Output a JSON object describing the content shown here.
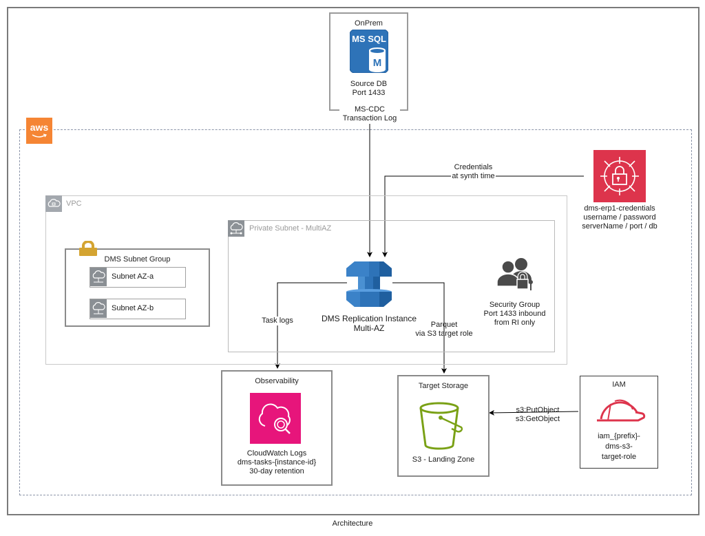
{
  "diagram": {
    "caption": "Architecture",
    "colors": {
      "aws_orange": "#F58534",
      "dms_blue": "#2E73B8",
      "secrets_red": "#DD344C",
      "cloudwatch_pink": "#E7157B",
      "s3_green": "#7AA116",
      "iam_red": "#DD344C",
      "lock_gold": "#D4A431",
      "group_gray": "#8a8f94"
    },
    "aws_cloud": {
      "logo_text": "aws"
    },
    "onprem": {
      "title": "OnPrem",
      "icon": "ms-sql-database-icon",
      "icon_text_top": "MS SQL",
      "icon_text_badge": "M",
      "label_line1": "Source DB",
      "label_line2": "Port 1433"
    },
    "secret": {
      "icon": "secrets-manager-icon",
      "label_line1": "dms-erp1-credentials",
      "label_line2": "username / password",
      "label_line3": "serverName / port / db"
    },
    "vpc": {
      "label": "VPC",
      "icon": "vpc-cloud-lock-icon"
    },
    "private_subnet": {
      "label": "Private Subnet - MultiAZ",
      "icon": "subnet-cloud-icon"
    },
    "subnet_group": {
      "title": "DMS Subnet Group",
      "icon": "padlock-icon",
      "subnets": [
        {
          "label": "Subnet AZ-a",
          "icon": "subnet-cloud-icon"
        },
        {
          "label": "Subnet AZ-b",
          "icon": "subnet-cloud-icon"
        }
      ]
    },
    "dms": {
      "icon": "dms-replication-icon",
      "label_line1": "DMS Replication Instance",
      "label_line2": "Multi-AZ"
    },
    "security_group": {
      "icon": "users-key-icon",
      "label_line1": "Security Group",
      "label_line2": "Port 1433 inbound",
      "label_line3": "from RI only"
    },
    "observability": {
      "title": "Observability",
      "icon": "cloudwatch-logs-icon",
      "label_line1": "CloudWatch Logs",
      "label_line2": "dms-tasks-{instance-id}",
      "label_line3": "30-day retention"
    },
    "target_storage": {
      "title": "Target Storage",
      "icon": "s3-bucket-icon",
      "label": "S3 - Landing Zone"
    },
    "iam": {
      "title": "IAM",
      "icon": "iam-role-helmet-icon",
      "label_line1": "iam_{prefix}-",
      "label_line2": "dms-s3-",
      "label_line3": "target-role"
    },
    "edges": {
      "cdc_line1": "MS-CDC",
      "cdc_line2": "Transaction Log",
      "cred_line1": "Credentials",
      "cred_line2": "at synth time",
      "task_logs": "Task logs",
      "parquet_line1": "Parquet",
      "parquet_line2": "via S3 target role",
      "s3_line1": "s3:PutObject",
      "s3_line2": "s3:GetObject"
    }
  }
}
